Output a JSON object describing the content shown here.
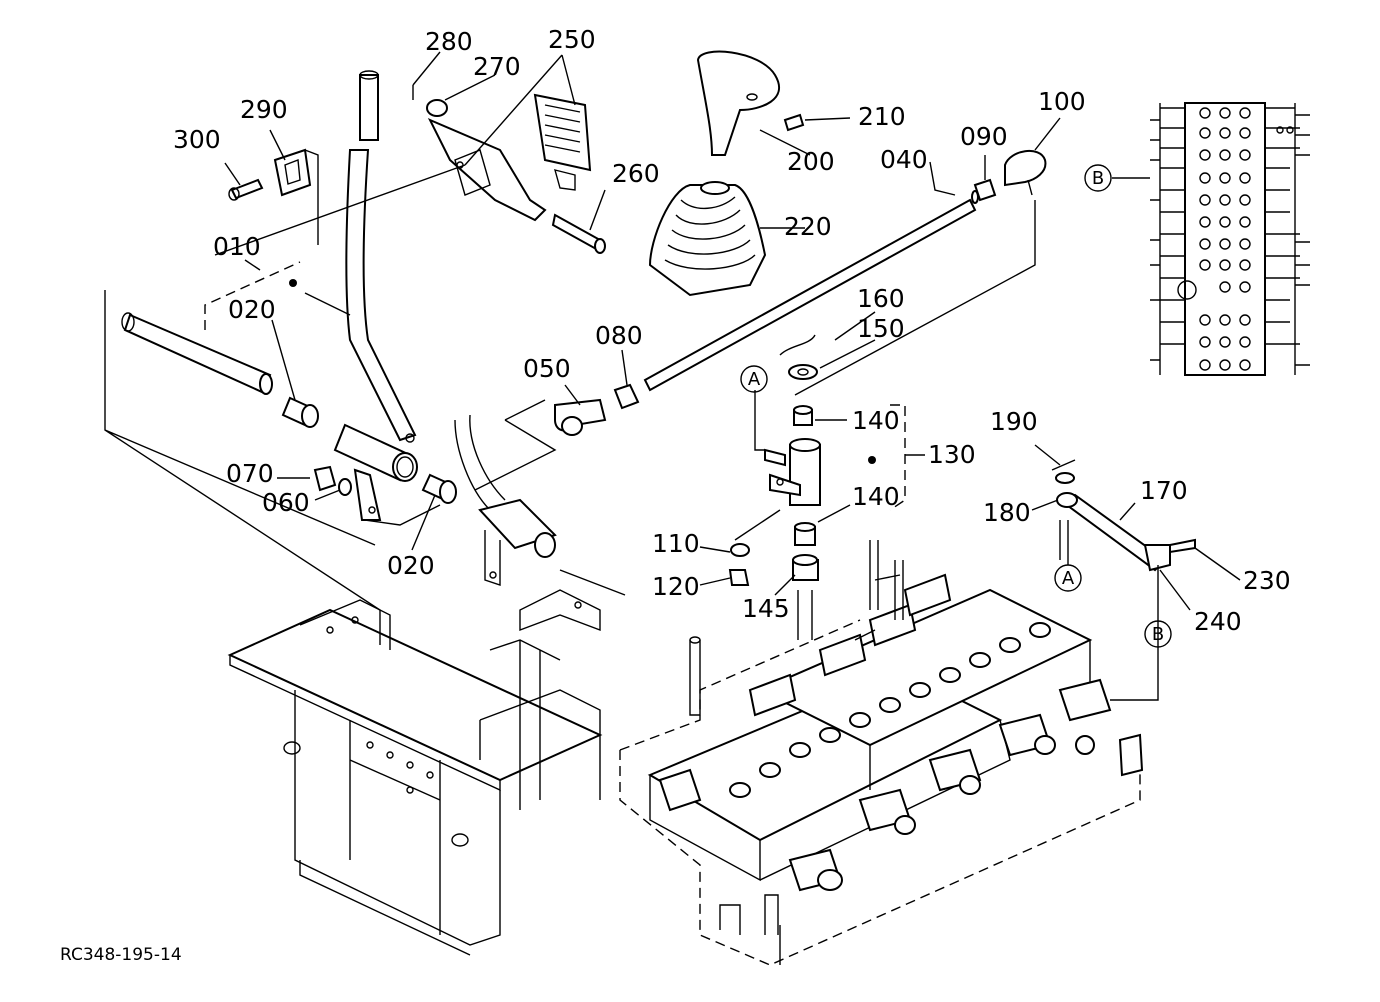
{
  "drawing_ref": "RC348-195-14",
  "parts": [
    {
      "id": "p010",
      "label": "010"
    },
    {
      "id": "p020a",
      "label": "020"
    },
    {
      "id": "p020b",
      "label": "020"
    },
    {
      "id": "p040",
      "label": "040"
    },
    {
      "id": "p050",
      "label": "050"
    },
    {
      "id": "p060",
      "label": "060"
    },
    {
      "id": "p070",
      "label": "070"
    },
    {
      "id": "p080",
      "label": "080"
    },
    {
      "id": "p090",
      "label": "090"
    },
    {
      "id": "p100",
      "label": "100"
    },
    {
      "id": "p110",
      "label": "110"
    },
    {
      "id": "p120",
      "label": "120"
    },
    {
      "id": "p130",
      "label": "130"
    },
    {
      "id": "p140a",
      "label": "140"
    },
    {
      "id": "p140b",
      "label": "140"
    },
    {
      "id": "p145",
      "label": "145"
    },
    {
      "id": "p150",
      "label": "150"
    },
    {
      "id": "p160",
      "label": "160"
    },
    {
      "id": "p170",
      "label": "170"
    },
    {
      "id": "p180",
      "label": "180"
    },
    {
      "id": "p190",
      "label": "190"
    },
    {
      "id": "p200",
      "label": "200"
    },
    {
      "id": "p210",
      "label": "210"
    },
    {
      "id": "p220",
      "label": "220"
    },
    {
      "id": "p230",
      "label": "230"
    },
    {
      "id": "p240",
      "label": "240"
    },
    {
      "id": "p250",
      "label": "250"
    },
    {
      "id": "p260",
      "label": "260"
    },
    {
      "id": "p270",
      "label": "270"
    },
    {
      "id": "p280",
      "label": "280"
    },
    {
      "id": "p290",
      "label": "290"
    },
    {
      "id": "p300",
      "label": "300"
    }
  ],
  "refs": {
    "a": "A",
    "b": "B"
  }
}
